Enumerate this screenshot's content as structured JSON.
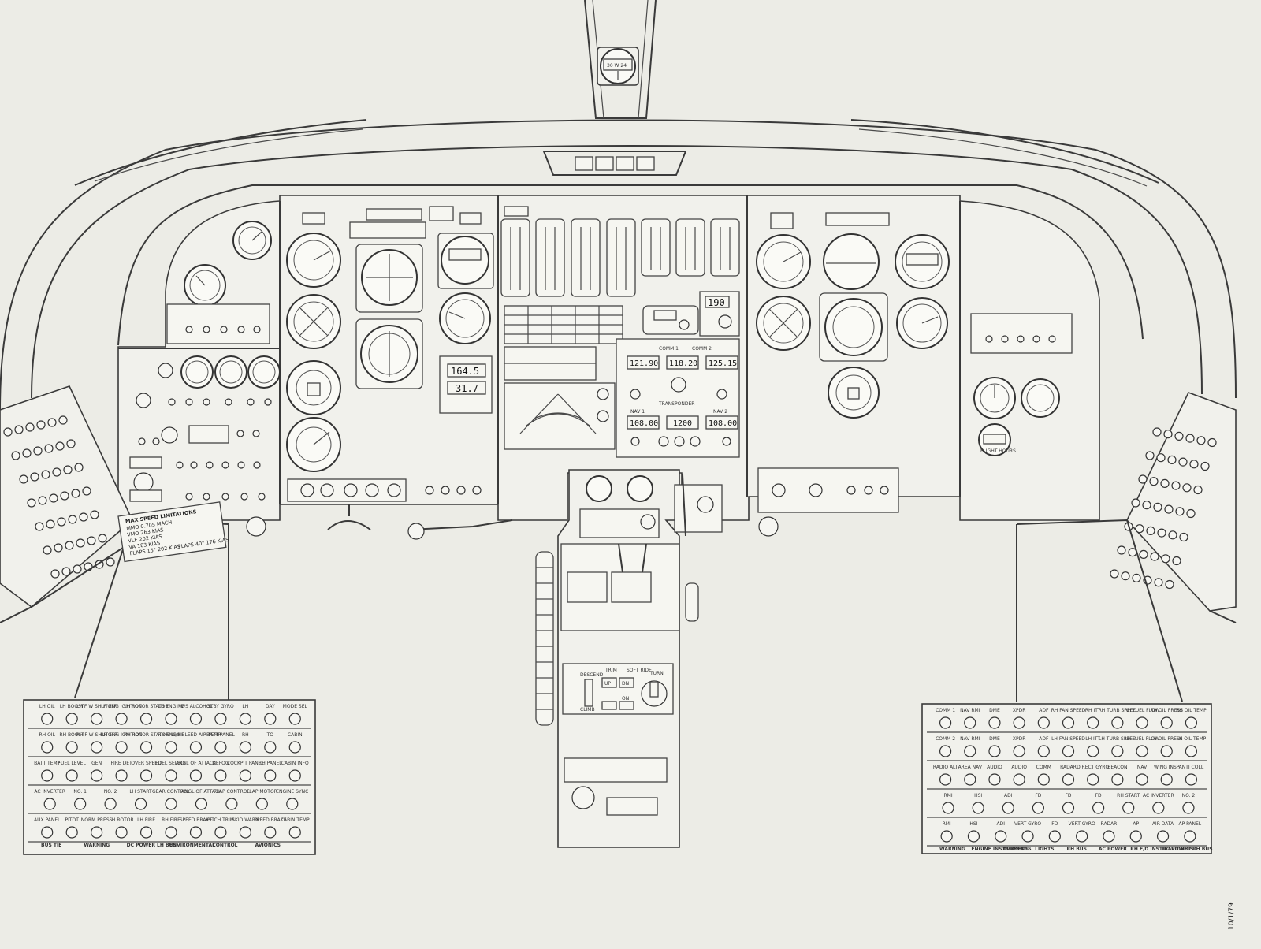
{
  "handwritten_note": "10/1/79",
  "placard": {
    "title": "MAX SPEED LIMITATIONS",
    "lines": [
      "MMO 0.705 MACH",
      "VMO 263 KIAS",
      "VLE 202 KIAS",
      "VA 183 KIAS",
      "FLAPS 15° 202 KIAS",
      "FLAPS 40° 176 KIAS"
    ]
  },
  "hobbs_label": "FLIGHT HOURS",
  "radio_panel": {
    "comm_labels": [
      "COMM 1",
      "COMM 2"
    ],
    "comm_freqs": [
      "121.90",
      "118.20",
      "125.15"
    ],
    "transponder_label": "TRANSPONDER",
    "nav_labels": [
      "NAV 1",
      "NAV 2"
    ],
    "nav_freqs": [
      "108.00",
      "1200",
      "108.00"
    ]
  },
  "dme_readouts": [
    "164.5",
    "31.7"
  ],
  "adf_readout": "190",
  "autopilot": {
    "title": "TURN",
    "labels": [
      "DESCEND",
      "CLIMB",
      "TRIM",
      "SOFT RIDE",
      "UP",
      "DN",
      "ON"
    ]
  },
  "left_cb_panel": {
    "sections": [
      "BUS TIE",
      "WARNING",
      "DC POWER LH BUS",
      "ENVIRONMENTAL",
      "CONTROL",
      "AVIONICS"
    ],
    "rows": [
      [
        "LH OIL",
        "LH BOOST",
        "LH F W SHUTOFF",
        "LH ENG IGNITION",
        "LH ROTOR STATOR",
        "LH ENGINE",
        "W/S ALCOHOL",
        "STBY GYRO",
        "LH",
        "DAY",
        "MODE SEL"
      ],
      [
        "RH OIL",
        "RH BOOST",
        "RH F W SHUTOFF",
        "RH ENG IGNITION",
        "RH ROTOR STATOR",
        "RH ENGINE",
        "W/S BLEED AIR TEMP",
        "BATT PANEL",
        "RH",
        "TO",
        "CABIN"
      ],
      [
        "BATT TEMP",
        "FUEL LEVEL",
        "GEN",
        "FIRE DET",
        "OVER SPEED",
        "FUEL SELECT",
        "ANGL OF ATTACK",
        "DEFOG",
        "COCKPIT PANEL",
        "RH PANEL",
        "CABIN INFO"
      ],
      [
        "AC INVERTER",
        "NO. 1",
        "NO. 2",
        "LH START",
        "GEAR CONTROL",
        "ANGL OF ATTACK",
        "FLAP CONTROL",
        "FLAP MOTOR",
        "ENGINE SYNC"
      ],
      [
        "AUX PANEL",
        "PITOT",
        "NORM PRESS",
        "LH ROTOR",
        "LH FIRE",
        "RH FIRE",
        "SPEED BRAKE",
        "PITCH TRIM",
        "SKID WARN",
        "SPEED BRAKE",
        "CABIN TEMP"
      ]
    ]
  },
  "right_cb_panel": {
    "sections": [
      "WARNING",
      "ENGINE INSTRUMENTS",
      "AVIONICS",
      "LIGHTS",
      "RH BUS",
      "AC POWER",
      "RH F/D INSTR AVIONICS",
      "DC POWER RH BUS"
    ],
    "rows": [
      [
        "COMM 1",
        "NAV RMI",
        "DME",
        "XPDR",
        "ADF",
        "RH FAN SPEED",
        "RH ITT",
        "RH TURB SPEED",
        "RH FUEL FLOW",
        "RH OIL PRESS",
        "RH OIL TEMP"
      ],
      [
        "COMM 2",
        "NAV RMI",
        "DME",
        "XPDR",
        "ADF",
        "LH FAN SPEED",
        "LH ITT",
        "LH TURB SPEED",
        "LH FUEL FLOW",
        "LH OIL PRESS",
        "LH OIL TEMP"
      ],
      [
        "RADIO ALT",
        "AREA NAV",
        "AUDIO",
        "AUDIO",
        "COMM",
        "RADAR",
        "DIRECT GYRO",
        "BEACON",
        "NAV",
        "WING INSP",
        "ANTI COLL"
      ],
      [
        "RMI",
        "HSI",
        "ADI",
        "FD",
        "FD",
        "FD",
        "RH START",
        "AC INVERTER",
        "NO. 2"
      ],
      [
        "RMI",
        "HSI",
        "ADI",
        "VERT GYRO",
        "FD",
        "VERT GYRO",
        "RADAR",
        "AP",
        "AIR DATA",
        "AP PANEL"
      ]
    ]
  },
  "colors": {
    "paper": "#ecece6",
    "line": "#3a3a3a",
    "panel_fill": "#f1f1ec"
  }
}
